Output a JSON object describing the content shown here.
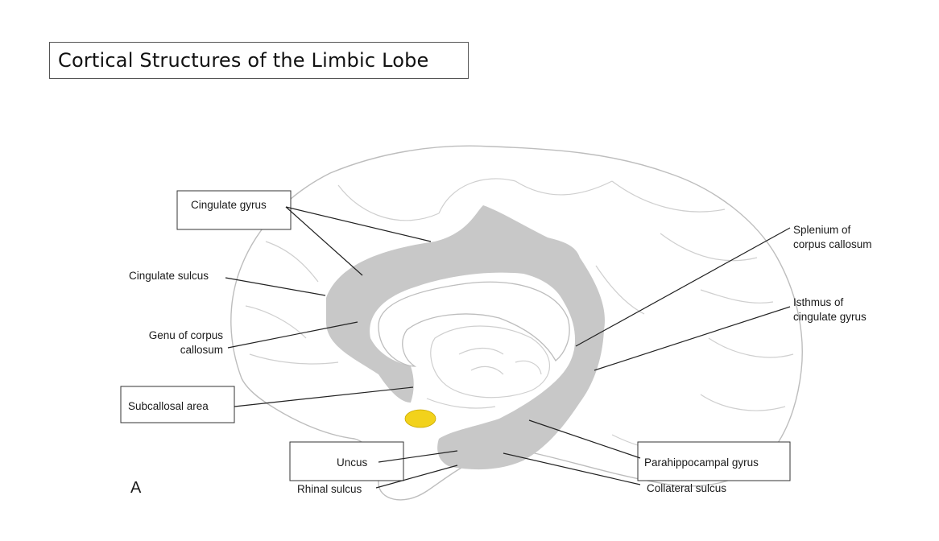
{
  "slide_title": "Cortical Structures of the Limbic Lobe",
  "panel_letter": "A",
  "labels": {
    "cingulate_gyrus": "Cingulate gyrus",
    "cingulate_sulcus": "Cingulate sulcus",
    "genu_line1": "Genu of corpus",
    "genu_line2": "callosum",
    "subcallosal_area": "Subcallosal area",
    "uncus": "Uncus",
    "rhinal_sulcus": "Rhinal sulcus",
    "splenium_line1": "Splenium of",
    "splenium_line2": "corpus callosum",
    "isthmus_line1": "Isthmus of",
    "isthmus_line2": "cingulate gyrus",
    "parahippocampal_gyrus": "Parahippocampal gyrus",
    "collateral_sulcus": "Collateral sulcus"
  },
  "colors": {
    "limbic_gray": "#c8c8c8",
    "uncus_yellow": "#f2d21b",
    "outline": "#bdbdbd"
  }
}
